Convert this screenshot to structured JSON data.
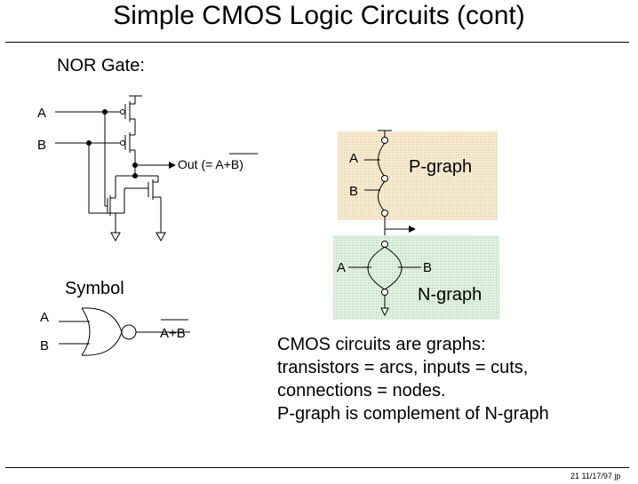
{
  "page": {
    "title": "Simple CMOS Logic Circuits (cont)",
    "footer": "21   11/17/97  jp"
  },
  "nor_section": {
    "heading": "NOR Gate:",
    "input_a": "A",
    "input_b": "B",
    "output_prefix": "Out (= ",
    "output_expr": "A+B",
    "output_suffix": ")"
  },
  "symbol_section": {
    "heading": "Symbol",
    "input_a": "A",
    "input_b": "B",
    "output": "A+B"
  },
  "graph_section": {
    "p_graph_label": "P-graph",
    "n_graph_label": "N-graph",
    "p_input_a": "A",
    "p_input_b": "B",
    "n_input_a": "A",
    "n_input_b": "B",
    "p_fill": "#f3e5c3",
    "n_fill": "#d7ecd9"
  },
  "description": {
    "line1": "CMOS circuits are graphs:",
    "line2": "transistors = arcs, inputs = cuts,",
    "line3": "connections = nodes.",
    "line4": "P-graph is complement of N-graph"
  }
}
